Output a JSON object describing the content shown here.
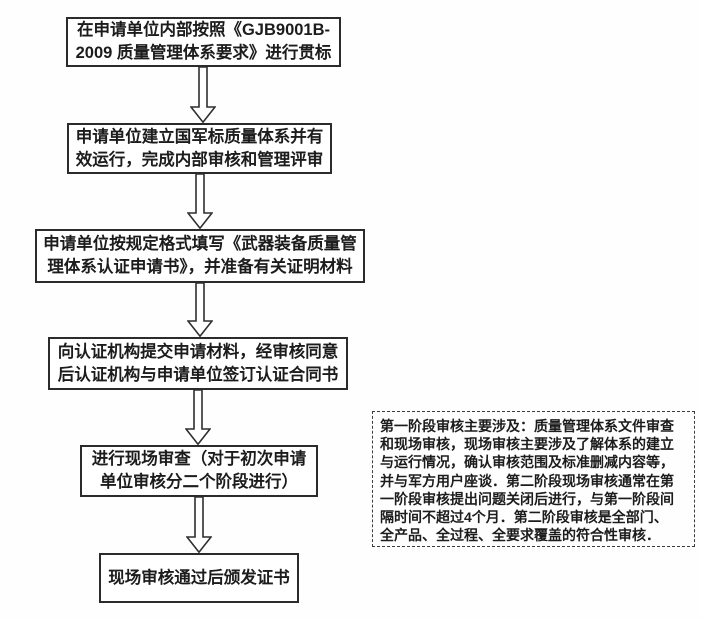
{
  "diagram": {
    "type": "flowchart",
    "background_color": "#fefefe",
    "box_border_color": "#2b2b2b",
    "text_color": "#1c1c1c",
    "arrow_style": "hollow-outline-down-arrow"
  },
  "steps": [
    {
      "text": "在申请单位内部按照《GJB9001B-\n2009 质量管理体系要求》进行贯标"
    },
    {
      "text": "申请单位建立国军标质量体系并有\n效运行，完成内部审核和管理评审"
    },
    {
      "text": "申请单位按规定格式填写《武器装备质量管\n理体系认证申请书》，并准备有关证明材料"
    },
    {
      "text": "向认证机构提交申请材料，经审核同意\n后认证机构与申请单位签订认证合同书"
    },
    {
      "text": "进行现场审查（对于初次申请\n单位审核分二个阶段进行）"
    },
    {
      "text": "现场审核通过后颁发证书"
    }
  ],
  "note": {
    "text": "第一阶段审核主要涉及：质量管理体系文件审查\n和现场审核，现场审核主要涉及了解体系的建立\n与运行情况，确认审核范围及标准删减内容等，\n并与军方用户座谈．第二阶段现场审核通常在第\n一阶段审核提出问题关闭后进行，与第一阶段间\n隔时间不超过4个月．第二阶段审核是全部门、\n全产品、全过程、全要求覆盖的符合性审核．"
  }
}
